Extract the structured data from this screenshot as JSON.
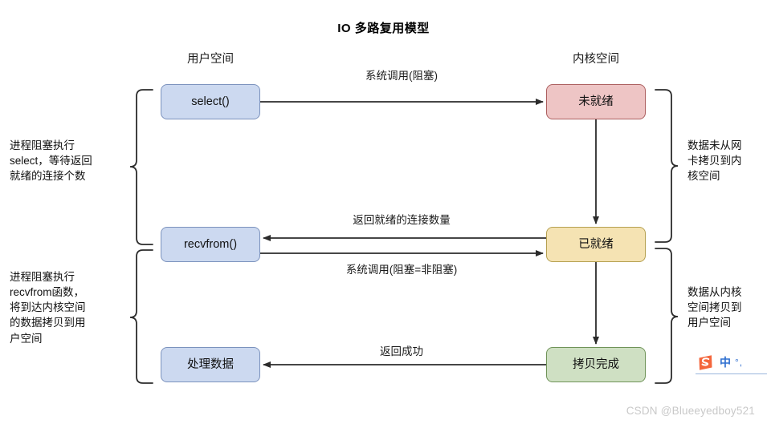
{
  "title": "IO 多路复用模型",
  "columns": {
    "user_space": "用户空间",
    "kernel_space": "内核空间"
  },
  "nodes": {
    "select": "select()",
    "recvfrom": "recvfrom()",
    "process_data": "处理数据",
    "not_ready": "未就绪",
    "ready": "已就绪",
    "copy_done": "拷贝完成"
  },
  "edge_labels": {
    "syscall_blocking": "系统调用(阻塞)",
    "return_ready_count": "返回就绪的连接数量",
    "syscall_nonblocking": "系统调用(阻塞=非阻塞)",
    "return_success": "返回成功"
  },
  "annotations": {
    "left_top": "进程阻塞执行 select，等待返回就绪的连接个数",
    "left_top_lines": [
      "进程阻塞执行",
      "select，等待返回",
      "就绪的连接个数"
    ],
    "left_bottom": "进程阻塞执行 recvfrom函数，将到达内核空间的数据拷贝到用户空间",
    "left_bottom_lines": [
      "进程阻塞执行",
      "recvfrom函数，",
      "将到达内核空间",
      "的数据拷贝到用",
      "户空间"
    ],
    "right_top": "数据未从网卡拷贝到内核空间",
    "right_top_lines": [
      "数据未从网",
      "卡拷贝到内",
      "核空间"
    ],
    "right_bottom": "数据从内核空间拷贝到用户空间",
    "right_bottom_lines": [
      "数据从内核",
      "空间拷贝到",
      "用户空间"
    ]
  },
  "ime": {
    "logo": "sogou-s-logo",
    "mode": "中",
    "punctuation": "°,"
  },
  "watermark": "CSDN @Blueeyedboy521",
  "colors": {
    "blue_fill": "#ccd9f0",
    "blue_stroke": "#7b92bd",
    "red_fill": "#eec5c5",
    "red_stroke": "#ac5f5f",
    "yellow_fill": "#f5e3b3",
    "yellow_stroke": "#b5a050",
    "green_fill": "#cfe0c3",
    "green_stroke": "#6f9358",
    "line": "#2b2b2b",
    "watermark": "#c9c9c9",
    "ime_blue": "#2f6fd0",
    "ime_orange": "#f4663c"
  }
}
